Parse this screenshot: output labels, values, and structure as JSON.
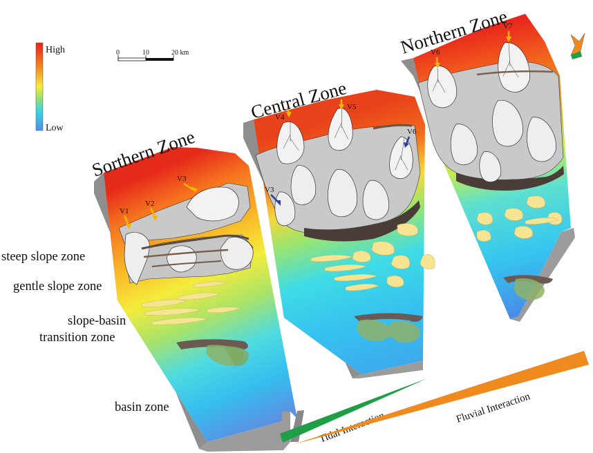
{
  "legend": {
    "high_label": "High",
    "low_label": "Low",
    "colors": [
      "#e8221c",
      "#f26a1c",
      "#f7b22a",
      "#f6ee3a",
      "#9ee06a",
      "#38d6e6",
      "#35b6f2",
      "#4f8ee6"
    ]
  },
  "scale_bar": {
    "tick_0": "0",
    "tick_10": "10",
    "tick_20": "20 km"
  },
  "zones": {
    "southern": "Sorthern Zone",
    "central": "Central Zone",
    "northern": "Northern Zone"
  },
  "valleys": {
    "southern": [
      "V1",
      "V2",
      "V3"
    ],
    "central": [
      "V3",
      "V4",
      "V5",
      "V6"
    ],
    "northern": [
      "V6",
      "V7"
    ]
  },
  "zone_labels": {
    "steep": "steep slope zone",
    "gentle": "gentle slope zone",
    "transition_1": "slope-basin",
    "transition_2": "transition zone",
    "basin": "basin zone"
  },
  "interaction": {
    "tidal": "Tidal Interaction",
    "fluvial": "Fluvial Interaction",
    "tidal_color": "#1f9e46",
    "fluvial_color": "#ef8a1e"
  }
}
